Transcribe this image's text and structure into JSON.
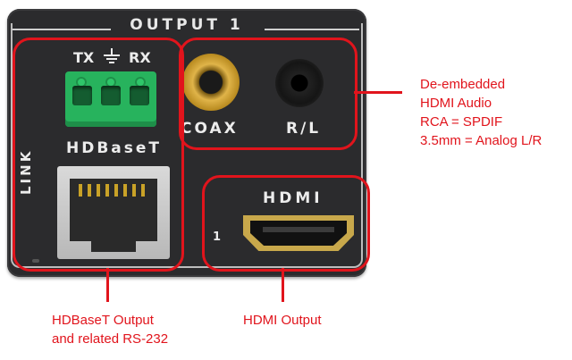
{
  "panel": {
    "title": "OUTPUT 1",
    "terminal_label_tx": "TX",
    "terminal_label_rx": "RX",
    "hdbaset_label": "HDBaseT",
    "link_label": "LINK",
    "coax_label": "COAX",
    "rl_label": "R/L",
    "hdmi_label": "HDMI",
    "hdmi_port_number": "1"
  },
  "callouts": {
    "audio": [
      "De-embedded",
      "HDMI Audio",
      "RCA = SPDIF",
      "3.5mm = Analog L/R"
    ],
    "hdbaset": [
      "HDBaseT Output",
      "and related RS-232"
    ],
    "hdmi": [
      "HDMI Output"
    ]
  },
  "colors": {
    "highlight": "#e1141c",
    "panel": "#2b2b2d",
    "terminal_block": "#27b35d",
    "gold": "#e0b449"
  },
  "icons": {
    "ground": "ground-icon"
  }
}
